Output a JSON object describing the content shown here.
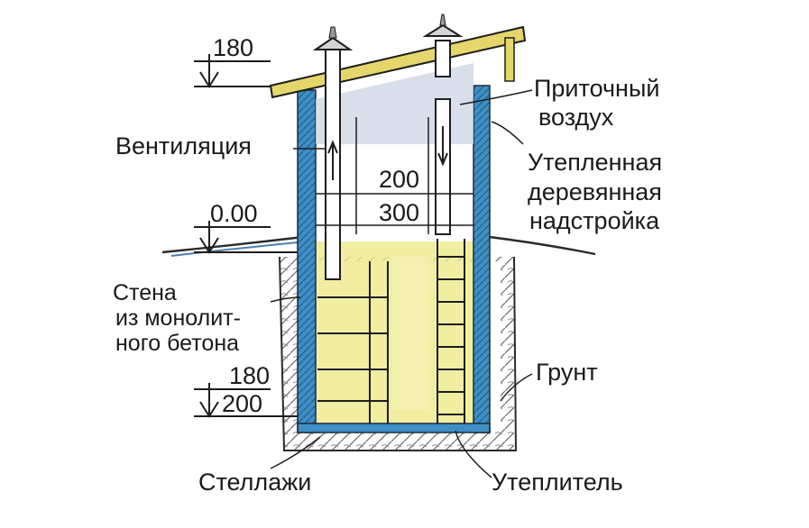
{
  "levels": {
    "top": "180",
    "ground": "0.00",
    "bottom_top": "180",
    "bottom_bottom": "200"
  },
  "dimensions": {
    "inner_upper": "200",
    "inner_lower": "300"
  },
  "labels": {
    "supply_air_1": "Приточный",
    "supply_air_2": "воздух",
    "ventilation": "Вентиляция",
    "superstructure_1": "Утепленная",
    "superstructure_2": "деревянная",
    "superstructure_3": "надстройка",
    "wall_1": "Стена",
    "wall_2": "из монолит-",
    "wall_3": "ного бетона",
    "soil": "Грунт",
    "shelves": "Стеллажи",
    "insulation": "Утеплитель"
  },
  "colors": {
    "concrete_wall": "#3f8fc6",
    "insulation": "#e8e36a",
    "roof": "#e4d66b",
    "soil_hatch": "#6b6b6b",
    "ground_line": "#4a7fb0",
    "interior_shade": "#cfd6e6"
  }
}
